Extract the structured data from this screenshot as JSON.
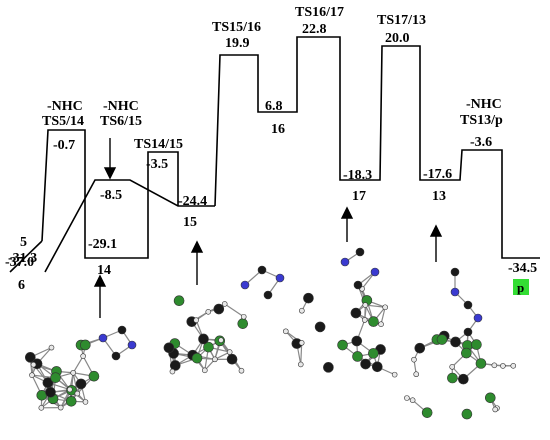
{
  "profile": {
    "stationary_points": [
      {
        "id": "6",
        "label_top": "-37.0",
        "label_bottom": "6"
      },
      {
        "id": "5",
        "label_top": "5",
        "label_bottom": "-31.3"
      },
      {
        "id": "TS5/14",
        "label_top": "TS5/14",
        "label_top2": "-NHC",
        "energy": "-0.7"
      },
      {
        "id": "TS6/15",
        "label_top": "TS6/15",
        "label_top2": "-NHC",
        "energy": "-8.5"
      },
      {
        "id": "14",
        "energy": "-29.1",
        "label": "14"
      },
      {
        "id": "TS14/15",
        "label": "TS14/15",
        "energy": "-3.5"
      },
      {
        "id": "15",
        "energy": "-24.4",
        "label": "15"
      },
      {
        "id": "TS15/16",
        "label": "TS15/16",
        "energy": "19.9"
      },
      {
        "id": "16",
        "energy": "6.8",
        "label": "16"
      },
      {
        "id": "TS16/17",
        "label": "TS16/17",
        "energy": "22.8"
      },
      {
        "id": "17",
        "energy": "-18.3",
        "label": "17"
      },
      {
        "id": "TS17/13",
        "label": "TS17/13",
        "energy": "20.0"
      },
      {
        "id": "13",
        "energy": "-17.6",
        "label": "13"
      },
      {
        "id": "TS13/p",
        "label_top": "TS13/p",
        "label_top2": "-NHC",
        "energy": "-3.6"
      },
      {
        "id": "p",
        "energy": "-34.5",
        "label": "p"
      }
    ]
  },
  "texts": {
    "e6": "-37.0",
    "l6": "6",
    "l5": "5",
    "e5": "-31.3",
    "nhc1": "-NHC",
    "ts514": "TS5/14",
    "e514": "-0.7",
    "nhc2": "-NHC",
    "ts615": "TS6/15",
    "e615": "-8.5",
    "e14": "-29.1",
    "l14": "14",
    "ts1415": "TS14/15",
    "e1415": "-3.5",
    "e15": "-24.4",
    "l15": "15",
    "ts1516": "TS15/16",
    "e1516": "19.9",
    "e16": "6.8",
    "l16": "16",
    "ts1617": "TS16/17",
    "e1617": "22.8",
    "e17": "-18.3",
    "l17": "17",
    "ts1713": "TS17/13",
    "e1713": "20.0",
    "e13": "-17.6",
    "l13": "13",
    "nhc3": "-NHC",
    "ts13p": "TS13/p",
    "e13p": "-3.6",
    "ep": "-34.5",
    "lp": "p"
  },
  "colors": {
    "line": "#000000",
    "atom_green": "#2e8b2e",
    "atom_black": "#1a1a1a",
    "atom_blue": "#3a3ad0",
    "atom_white": "#e8e8e8",
    "p_box": "#33dd33"
  }
}
